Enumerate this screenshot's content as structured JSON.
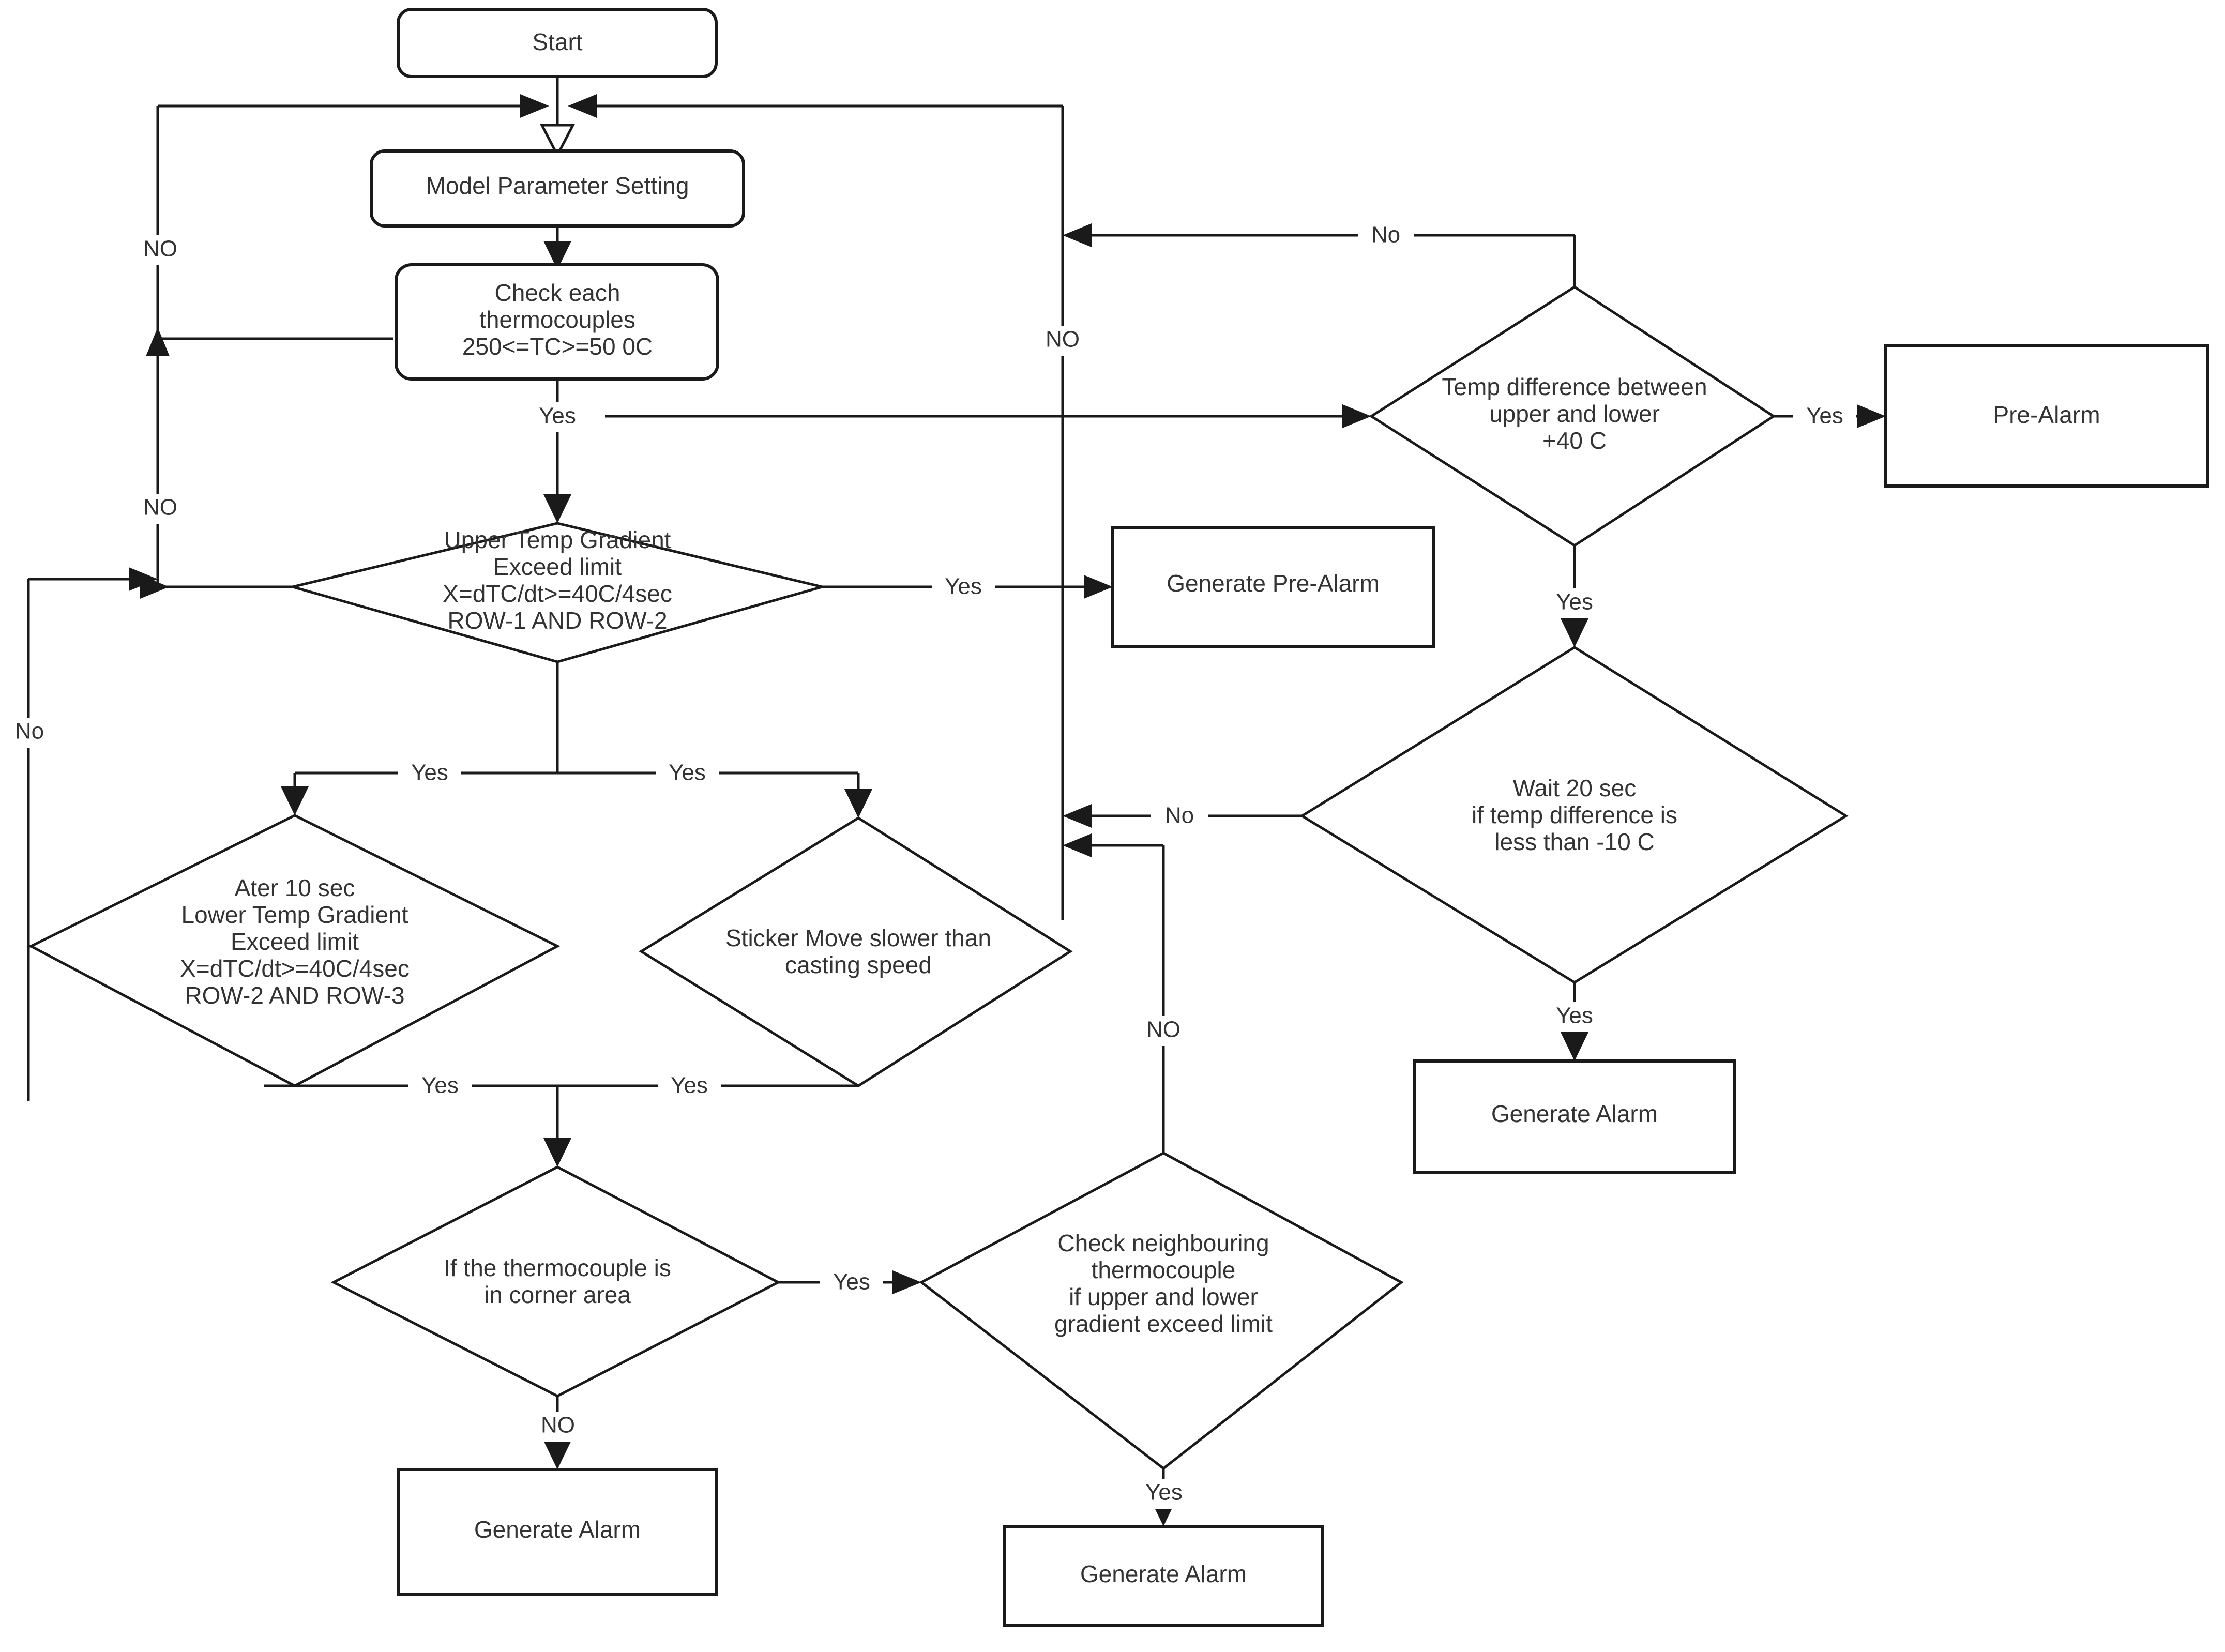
{
  "diagram": {
    "title": "Thermocouple Breakout Detection Flowchart",
    "colors": {
      "stroke": "#1a1a1a",
      "text": "#333333",
      "background": "#ffffff"
    }
  },
  "nodes": {
    "start": {
      "label": "Start",
      "shape": "rounded-rect"
    },
    "model_parameter_setting": {
      "label": "Model Parameter Setting",
      "shape": "rounded-rect"
    },
    "check_thermocouples": {
      "shape": "rounded-rect",
      "line1": "Check each",
      "line2": "thermocouples",
      "line3": "250<=TC>=50 0C"
    },
    "upper_temp_gradient": {
      "shape": "diamond",
      "line1": "Upper Temp Gradient",
      "line2": "Exceed limit",
      "line3": "X=dTC/dt>=40C/4sec",
      "line4": "ROW-1 AND ROW-2"
    },
    "generate_pre_alarm_mid": {
      "label": "Generate Pre-Alarm",
      "shape": "rect"
    },
    "lower_temp_gradient": {
      "shape": "diamond",
      "line1": "Ater 10 sec",
      "line2": "Lower Temp Gradient",
      "line3": "Exceed limit",
      "line4": "X=dTC/dt>=40C/4sec",
      "line5": "ROW-2 AND ROW-3"
    },
    "sticker_move": {
      "shape": "diamond",
      "line1": "Sticker Move slower than",
      "line2": "casting speed"
    },
    "corner_area": {
      "shape": "diamond",
      "line1": "If the thermocouple is",
      "line2": "in corner area"
    },
    "generate_alarm_bottom_left": {
      "label": "Generate Alarm",
      "shape": "rect"
    },
    "check_neighbouring": {
      "shape": "diamond",
      "line1": "Check neighbouring",
      "line2": "thermocouple",
      "line3": "if upper and lower",
      "line4": "gradient exceed limit"
    },
    "generate_alarm_bottom_mid": {
      "label": "Generate Alarm",
      "shape": "rect"
    },
    "temp_difference": {
      "shape": "diamond",
      "line1": "Temp difference between",
      "line2": "upper and lower",
      "line3": "+40 C"
    },
    "pre_alarm": {
      "label": "Pre-Alarm",
      "shape": "rect"
    },
    "wait_20_sec": {
      "shape": "diamond",
      "line1": "Wait 20 sec",
      "line2": "if temp difference is",
      "line3": "less than -10 C"
    },
    "generate_alarm_right": {
      "label": "Generate Alarm",
      "shape": "rect"
    }
  },
  "edge_labels": {
    "no_left_top": "NO",
    "no_left_mid": "NO",
    "no_left_bottom": "No",
    "yes_check_to_upper": "Yes",
    "yes_upper_to_prealarm": "Yes",
    "yes_upper_left_branch": "Yes",
    "yes_upper_right_branch": "Yes",
    "yes_lower_left_join": "Yes",
    "yes_sticker_join": "Yes",
    "no_corner_to_alarm": "NO",
    "yes_corner_to_neighbour": "Yes",
    "yes_neighbour_to_alarm": "Yes",
    "no_center_column": "NO",
    "no_temp_diff_top": "No",
    "yes_temp_diff_to_prealarm": "Yes",
    "yes_temp_diff_down": "Yes",
    "no_wait_back": "No",
    "yes_wait_to_alarm": "Yes",
    "no_neighbour_back": "NO"
  }
}
